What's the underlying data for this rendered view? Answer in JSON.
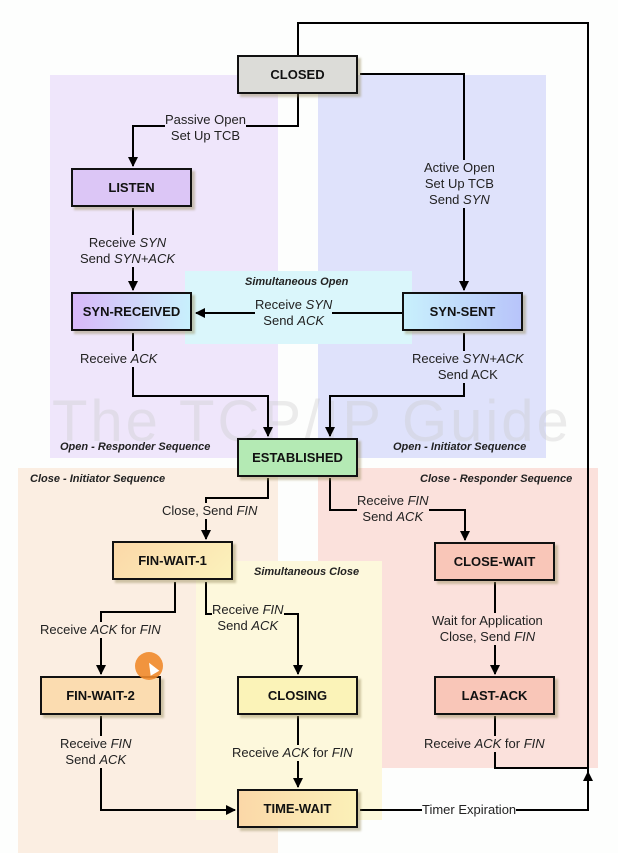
{
  "watermark": "The TCP/IP Guide",
  "regions": {
    "open_responder": "Open - Responder Sequence",
    "open_initiator": "Open - Initiator Sequence",
    "simultaneous_open": "Simultaneous Open",
    "close_initiator": "Close - Initiator Sequence",
    "close_responder": "Close - Responder Sequence",
    "simultaneous_close": "Simultaneous Close"
  },
  "states": {
    "closed": "CLOSED",
    "listen": "LISTEN",
    "syn_received": "SYN-RECEIVED",
    "syn_sent": "SYN-SENT",
    "established": "ESTABLISHED",
    "fin_wait_1": "FIN-WAIT-1",
    "close_wait": "CLOSE-WAIT",
    "fin_wait_2": "FIN-WAIT-2",
    "closing": "CLOSING",
    "last_ack": "LAST-ACK",
    "time_wait": "TIME-WAIT"
  },
  "transitions": {
    "passive_open": [
      "Passive Open",
      "Set Up TCB"
    ],
    "active_open": [
      "Active Open",
      "Set Up TCB",
      "Send ",
      "SYN"
    ],
    "listen_to_synrcvd": [
      "Receive ",
      "SYN",
      "Send ",
      "SYN+ACK"
    ],
    "simul_open": [
      "Receive ",
      "SYN",
      "Send ",
      "ACK"
    ],
    "synrcvd_to_est": [
      "Receive ",
      "ACK"
    ],
    "synsent_to_est": [
      "Receive ",
      "SYN+ACK",
      "Send ACK"
    ],
    "est_to_finwait1": [
      "Close, Send ",
      "FIN"
    ],
    "est_to_closewait": [
      "Receive ",
      "FIN",
      "Send ",
      "ACK"
    ],
    "finwait1_to_finwait2": [
      "Receive ",
      "ACK",
      " for ",
      "FIN"
    ],
    "finwait1_to_closing": [
      "Receive ",
      "FIN",
      "Send ",
      "ACK"
    ],
    "closewait_to_lastack": [
      "Wait for Application",
      "Close, Send ",
      "FIN"
    ],
    "finwait2_to_timewait": [
      "Receive ",
      "FIN",
      "Send ",
      "ACK"
    ],
    "closing_to_timewait": [
      "Receive ",
      "ACK",
      " for ",
      "FIN"
    ],
    "lastack_to_closed": [
      "Receive ",
      "ACK",
      " for ",
      "FIN"
    ],
    "timer_expiration": "Timer Expiration"
  },
  "colors": {
    "closed": "#dcdcd8",
    "listen": "#dcc6f6",
    "syn_sent_a": "#c8f0fc",
    "syn_sent_b": "#b8c4fa",
    "established": "#b4eab4",
    "fin_wait": "#fbdcb0",
    "closing": "#fbf3b8",
    "close_wait": "#f9c6b8"
  }
}
